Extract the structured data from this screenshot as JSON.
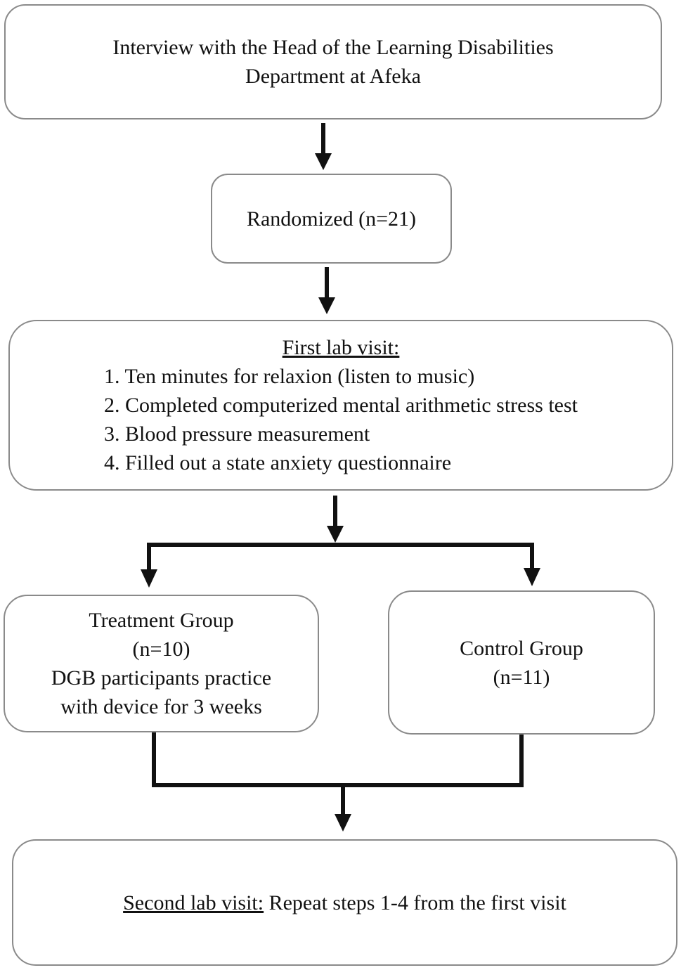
{
  "interview": {
    "line1": "Interview with the Head of the Learning Disabilities",
    "line2": "Department at Afeka"
  },
  "randomized": {
    "label": "Randomized (n=21)"
  },
  "first_visit": {
    "heading": "First lab visit:",
    "steps": [
      "1. Ten minutes for relaxion (listen to music)",
      "2. Completed computerized mental arithmetic stress test",
      "3. Blood pressure measurement",
      "4. Filled out a state anxiety questionnaire"
    ]
  },
  "treatment": {
    "line1": "Treatment Group",
    "line2": "(n=10)",
    "line3": "DGB participants practice",
    "line4": "with device for 3 weeks"
  },
  "control": {
    "line1": "Control Group",
    "line2": "(n=11)"
  },
  "second_visit": {
    "heading": "Second lab visit:",
    "text": " Repeat steps 1-4 from the first visit"
  }
}
